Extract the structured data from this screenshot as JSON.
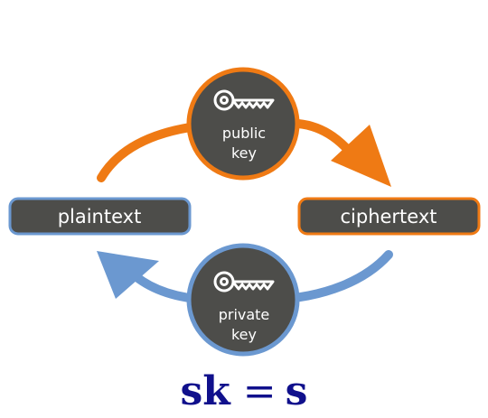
{
  "diagram": {
    "nodes": {
      "plaintext": "plaintext",
      "ciphertext": "ciphertext"
    },
    "public_key": {
      "line1": "public",
      "line2": "key",
      "icon": "key-icon"
    },
    "private_key": {
      "line1": "private",
      "line2": "key",
      "icon": "key-icon"
    },
    "colors": {
      "orange": "#ef7a14",
      "blue": "#6b98d0",
      "dark": "#4d4d4a",
      "formula": "#10108c"
    }
  },
  "formula": {
    "lhs": "sk",
    "eq": "=",
    "rhs": "s"
  }
}
